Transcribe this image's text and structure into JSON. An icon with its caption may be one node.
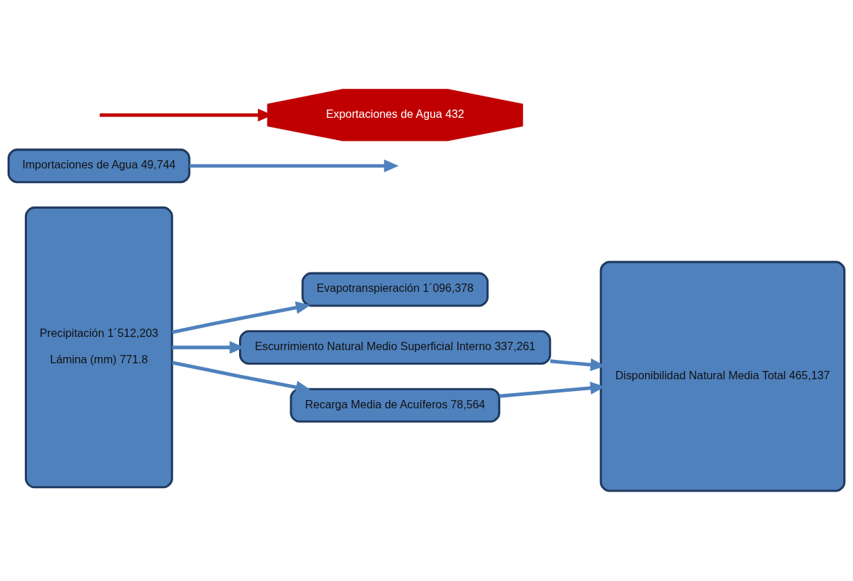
{
  "diagram": {
    "nodes": [
      {
        "text": [
          "Precipitación 1´512,203",
          "Lámina (mm) 771.8"
        ]
      },
      {
        "text": [
          "Evapotranspieración 1´096,378"
        ]
      },
      {
        "text": [
          "Importaciones de Agua 49,744"
        ]
      },
      {
        "text": [
          "Escurrimiento Natural Medio Superficial Interno 337,261"
        ]
      },
      {
        "text": [
          "Exportaciones de Agua 432"
        ]
      },
      {
        "text": [
          "Recarga Media de Acuíferos 78,564"
        ]
      },
      {
        "text": [
          "Disponibilidad Natural Media Total 465,137"
        ]
      }
    ],
    "edges": [
      {
        "from": 0,
        "to": 1,
        "arrow": "to"
      },
      {
        "from": 0,
        "to": 3,
        "arrow": "to"
      },
      {
        "from": 0,
        "to": 5,
        "arrow": "to"
      },
      {
        "from": 2,
        "to": null,
        "arrow": "to"
      },
      {
        "from": 3,
        "to": 6,
        "arrow": "to"
      },
      {
        "from": null,
        "to": 4,
        "arrow": "to",
        "color": "#c00000"
      },
      {
        "from": 5,
        "to": 6,
        "arrow": "to"
      }
    ]
  }
}
